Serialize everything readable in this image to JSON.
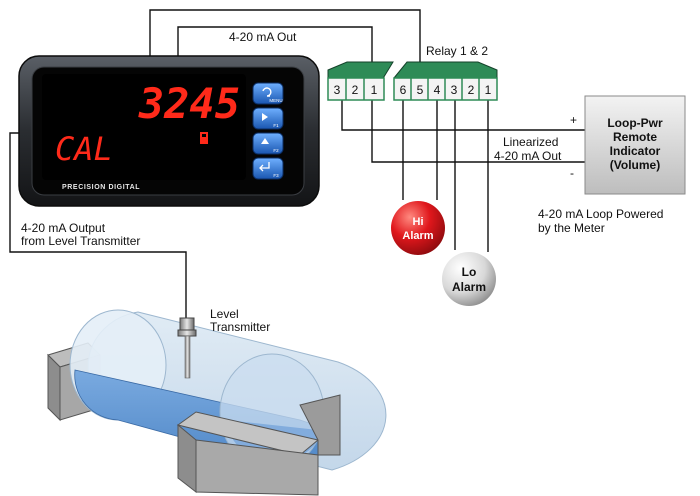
{
  "meter": {
    "display_value": "3245",
    "lower_display": "CAL",
    "brand": "PRECISION DIGITAL",
    "buttons": [
      "MENU",
      "F1",
      "F2",
      "F3"
    ]
  },
  "labels": {
    "out_top": "4-20 mA Out",
    "relay": "Relay 1 & 2",
    "linearized_line1": "Linearized",
    "linearized_line2": "4-20 mA Out",
    "plus": "+",
    "minus": "-",
    "loop_powered_line1": "4-20 mA Loop Powered",
    "loop_powered_line2": "by the Meter",
    "input_line1": "4-20 mA Output",
    "input_line2": "from Level Transmitter",
    "transmitter_line1": "Level",
    "transmitter_line2": "Transmitter"
  },
  "terminals_left": [
    "3",
    "2",
    "1"
  ],
  "terminals_right": [
    "6",
    "5",
    "4",
    "3",
    "2",
    "1"
  ],
  "indicator": {
    "line1": "Loop-Pwr",
    "line2": "Remote",
    "line3": "Indicator",
    "line4": "(Volume)"
  },
  "alarms": {
    "hi_line1": "Hi",
    "hi_line2": "Alarm",
    "lo_line1": "Lo",
    "lo_line2": "Alarm"
  },
  "colors": {
    "connector_green": "#2e8b57",
    "hi_alarm": "#d8141b",
    "lo_alarm": "#d9d9d9",
    "led_red": "#ff2a1a",
    "button_blue": "#1f6fd1",
    "tank_fluid": "#6a9ed8"
  }
}
